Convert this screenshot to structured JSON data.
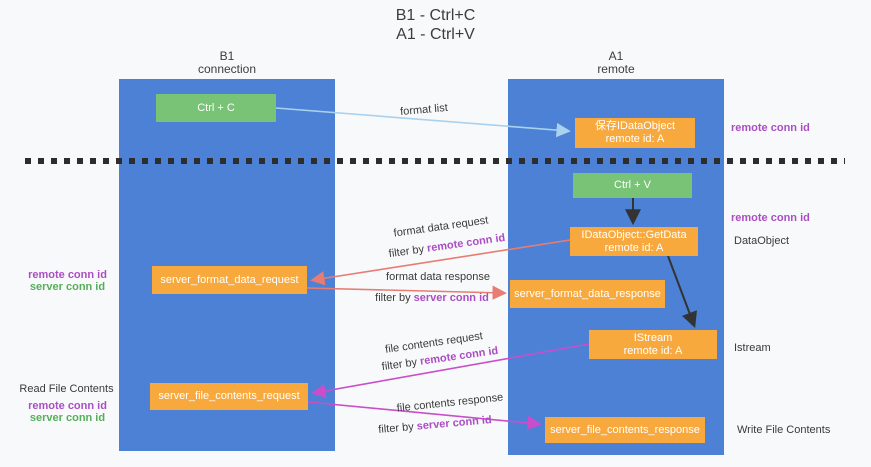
{
  "title": {
    "line1": "B1 - Ctrl+C",
    "line2": "A1 - Ctrl+V"
  },
  "lanes": {
    "left": {
      "name": "B1",
      "subtitle": "connection"
    },
    "right": {
      "name": "A1",
      "subtitle": "remote"
    }
  },
  "nodes": {
    "ctrl_c": {
      "label": "Ctrl + C"
    },
    "ctrl_v": {
      "label": "Ctrl + V"
    },
    "save_dataobject": {
      "line1": "保存IDataObject",
      "line2": "remote id: A"
    },
    "getdata": {
      "line1": "IDataObject::GetData",
      "line2": "remote id: A"
    },
    "istream": {
      "line1": "IStream",
      "line2": "remote id: A"
    },
    "server_format_data_request": {
      "label": "server_format_data_request"
    },
    "server_format_data_response": {
      "label": "server_format_data_response"
    },
    "server_file_contents_request": {
      "label": "server_file_contents_request"
    },
    "server_file_contents_response": {
      "label": "server_file_contents_response"
    }
  },
  "edge_labels": {
    "format_list": "format list",
    "format_data_request": "format data request",
    "format_data_response": "format data response",
    "file_contents_request": "file contents request",
    "file_contents_response": "file contents response",
    "filter_by": "filter by ",
    "remote_conn_id": "remote conn id",
    "server_conn_id": "server conn id"
  },
  "side_labels": {
    "left_remote_conn_id": "remote conn id",
    "left_server_conn_id": "server conn id",
    "read_file_contents": "Read File Contents",
    "read_remote_conn_id": "remote conn id",
    "read_server_conn_id": "server conn id",
    "right_remote_conn_id_top": "remote conn id",
    "right_remote_conn_id_mid": "remote conn id",
    "dataobject": "DataObject",
    "istream": "Istream",
    "write_file_contents": "Write File Contents"
  },
  "colors": {
    "lane_blue": "#4d81d5",
    "node_orange": "#f8a93d",
    "node_green": "#79c377",
    "arrow_light_blue": "#a9d2ee",
    "arrow_salmon": "#e87c72",
    "arrow_magenta": "#c94ec9",
    "arrow_black": "#333333",
    "text_purple": "#ab4ec4",
    "text_green": "#56ae5a",
    "text_dark": "#3a3a3a",
    "separator_dash": "#2d2d2d",
    "background": "#f8f9fa"
  }
}
